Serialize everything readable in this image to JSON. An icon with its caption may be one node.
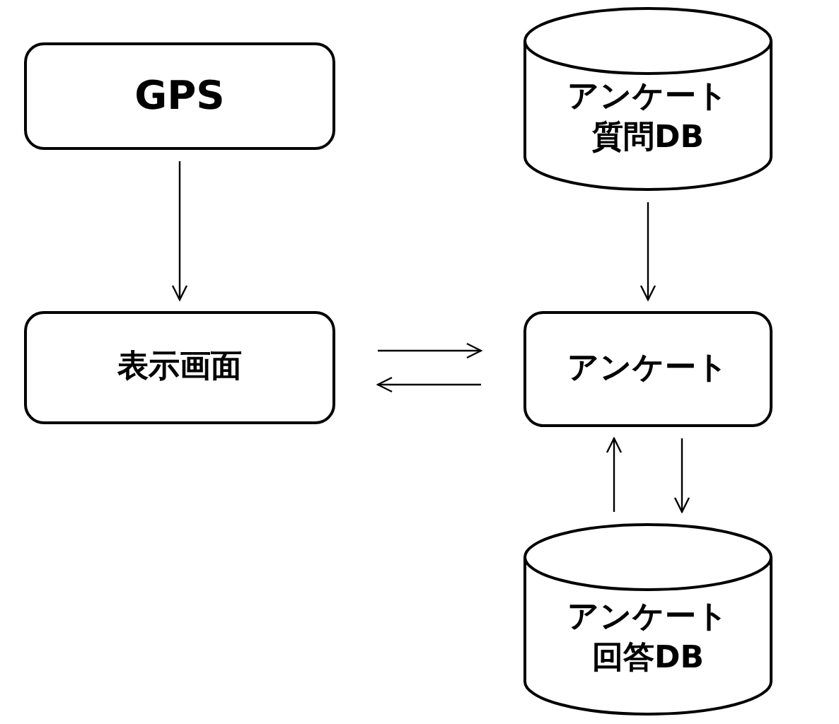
{
  "diagram": {
    "nodes": [
      {
        "text": [
          "GPS"
        ]
      },
      {
        "text": [
          "アンケート質問DB"
        ]
      },
      {
        "text": [
          "表示画面"
        ]
      },
      {
        "text": [
          "アンケート"
        ]
      },
      {
        "text": [
          "アンケート回答DB"
        ]
      }
    ],
    "edges": [
      {
        "from": 0,
        "to": 2,
        "arrow": "to"
      },
      {
        "from": 1,
        "to": 3,
        "arrow": "to"
      },
      {
        "from": 2,
        "to": 3,
        "arrow": "to"
      },
      {
        "from": 3,
        "to": 2,
        "arrow": "to"
      },
      {
        "from": 4,
        "to": 3,
        "arrow": "to"
      },
      {
        "from": 3,
        "to": 4,
        "arrow": "to"
      }
    ]
  }
}
